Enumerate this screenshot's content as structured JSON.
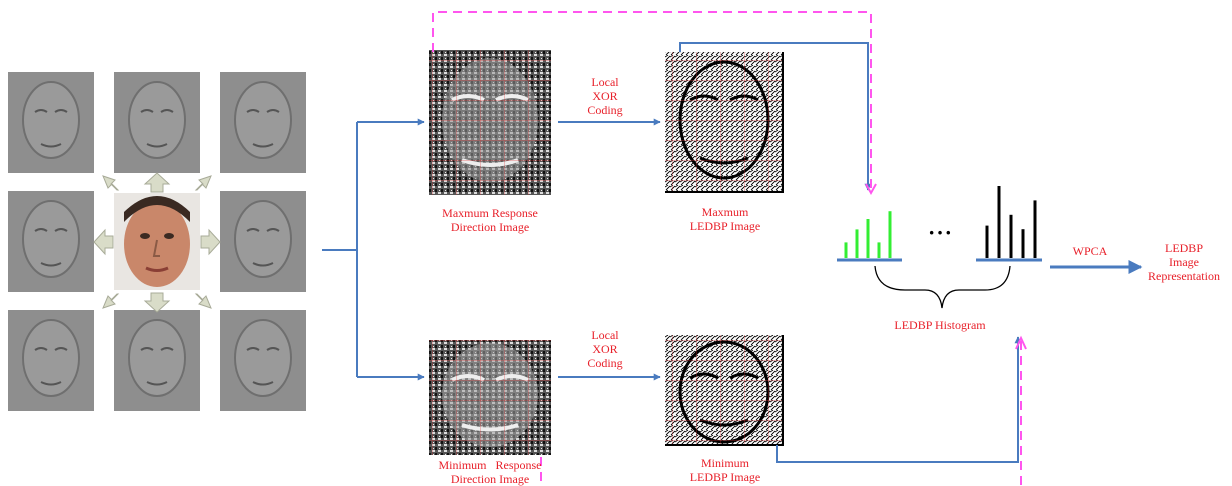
{
  "labels": {
    "max_response": [
      "Maxmum Response",
      "Direction Image"
    ],
    "max_ledbp": [
      "Maxmum",
      "LEDBP Image"
    ],
    "min_response": [
      "Minimum   Response",
      "Direction Image"
    ],
    "min_ledbp": [
      "Minimum",
      "LEDBP Image"
    ],
    "local_xor_top": [
      "Local",
      "XOR",
      "Coding"
    ],
    "local_xor_bottom": [
      "Local",
      "XOR",
      "Coding"
    ],
    "ledbp_histogram": "LEDBP Histogram",
    "wpca": "WPCA",
    "representation": [
      "LEDBP",
      "Image",
      "Representation"
    ],
    "ellipsis": "···"
  },
  "colors": {
    "arrow_blue": "#4a7bbf",
    "dashed_pink": "#ff55ee",
    "label_red": "#e8202a",
    "hist_green": "#33ee33",
    "hist_black": "#000000",
    "face_gray": "#8c8c8c",
    "face_skin": "#c9876a",
    "direction_arrow": "#d9dcc8"
  },
  "histograms": {
    "green": [
      0.3,
      0.55,
      0.75,
      0.3,
      0.9
    ],
    "black": [
      0.45,
      1.0,
      0.6,
      0.4,
      0.8
    ]
  }
}
